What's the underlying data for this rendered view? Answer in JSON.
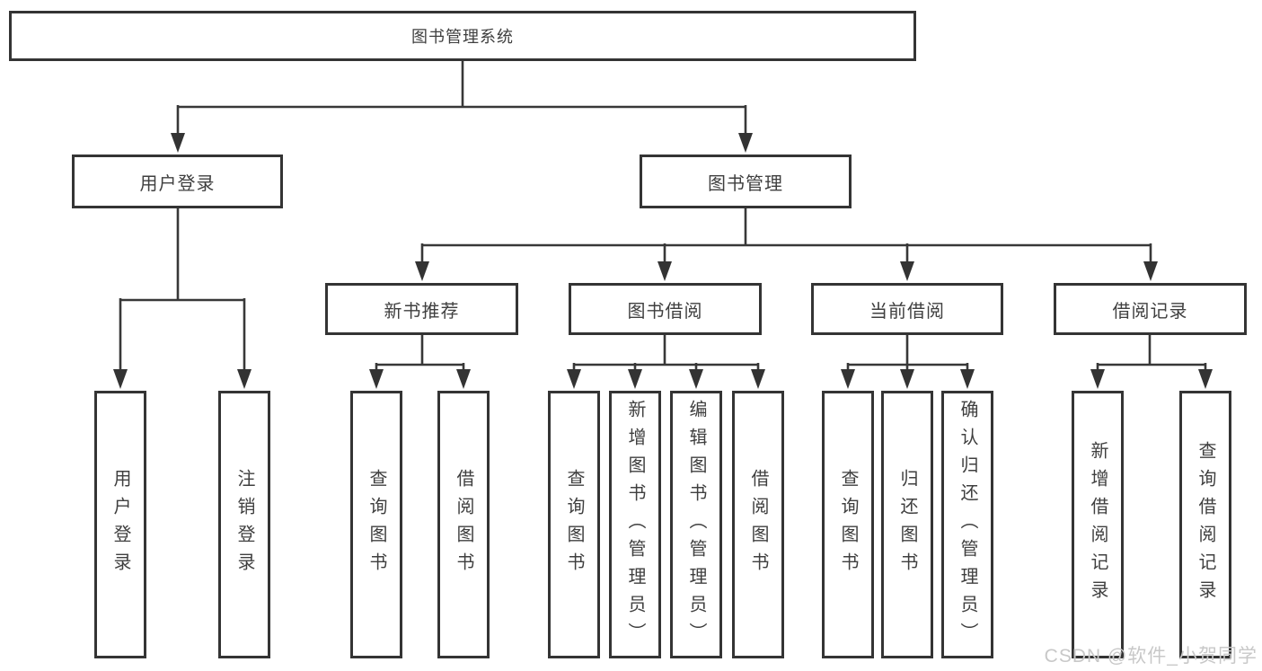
{
  "diagram": {
    "title": "图书管理系统",
    "children": [
      {
        "label": "用户登录",
        "children": [
          {
            "label": "用户登录"
          },
          {
            "label": "注销登录"
          }
        ]
      },
      {
        "label": "图书管理",
        "children": [
          {
            "label": "新书推荐",
            "children": [
              {
                "label": "查询图书"
              },
              {
                "label": "借阅图书"
              }
            ]
          },
          {
            "label": "图书借阅",
            "children": [
              {
                "label": "查询图书"
              },
              {
                "label": "新增图书（管理员）"
              },
              {
                "label": "编辑图书（管理员）"
              },
              {
                "label": "借阅图书"
              }
            ]
          },
          {
            "label": "当前借阅",
            "children": [
              {
                "label": "查询图书"
              },
              {
                "label": "归还图书"
              },
              {
                "label": "确认归还（管理员）"
              }
            ]
          },
          {
            "label": "借阅记录",
            "children": [
              {
                "label": "新增借阅记录"
              },
              {
                "label": "查询借阅记录"
              }
            ]
          }
        ]
      }
    ]
  },
  "watermark": "CSDN @软件_小贺同学",
  "colors": {
    "line": "#383838",
    "box_border": "#343434",
    "text": "#3f3f3f",
    "background": "#ffffff",
    "watermark": "#c8c8c8"
  }
}
